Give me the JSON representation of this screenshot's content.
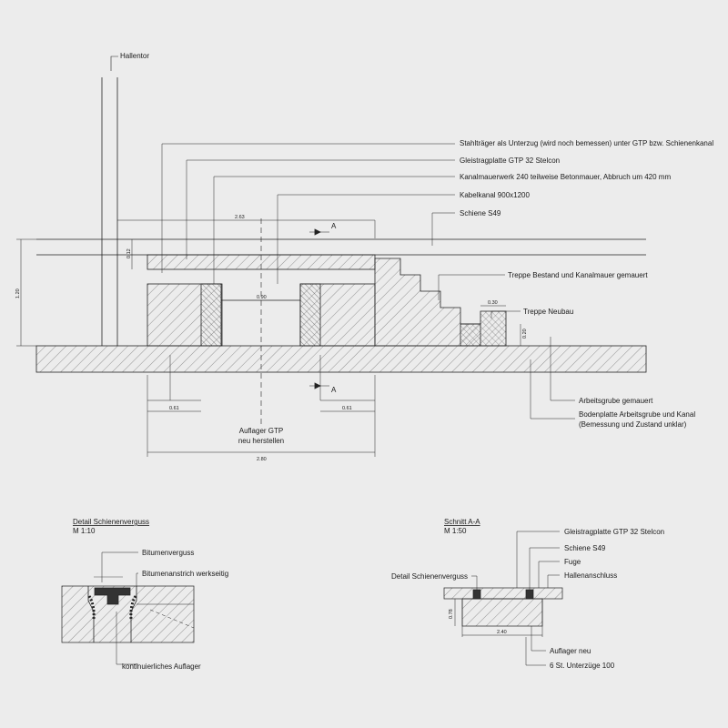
{
  "main": {
    "labels": {
      "hallentor": "Hallentor",
      "stahltraeger": "Stahlträger als Unterzug (wird noch bemessen) unter GTP bzw. Schienenkanal",
      "gleistragplatte": "Gleistragplatte GTP 32 Stelcon",
      "kanalmauerwerk": "Kanalmauerwerk 240 teilweise Betonmauer, Abbruch um 420 mm",
      "kabelkanal": "Kabelkanal 900x1200",
      "schiene": "Schiene S49",
      "treppe_bestand": "Treppe Bestand und Kanalmauer gemauert",
      "treppe_neubau": "Treppe Neubau",
      "arbeitsgrube": "Arbeitsgrube gemauert",
      "bodenplatte_1": "Bodenplatte Arbeitsgrube und Kanal",
      "bodenplatte_2": "(Bemessung und Zustand unklar)",
      "auflager_1": "Auflager GTP",
      "auflager_2": "neu herstellen",
      "section_a_top": "A",
      "section_a_bottom": "A"
    },
    "dims": {
      "d263": "2.63",
      "d012": "0.12",
      "d120": "1.20",
      "d090": "0.90",
      "d030": "0.30",
      "d020": "0.20",
      "d061_left": "0.61",
      "d061_right": "0.61",
      "d280": "2.80"
    }
  },
  "detail": {
    "title": "Detail Schienenverguss",
    "scale": "M 1:10",
    "bitumenverguss": "Bitumenverguss",
    "bitumenanstrich": "Bitumenanstrich werkseitig",
    "auflager": "kontinuierliches Auflager"
  },
  "schnitt": {
    "title": "Schnitt A-A",
    "scale": "M 1:50",
    "gleistragplatte": "Gleistragplatte GTP 32 Stelcon",
    "schiene": "Schiene S49",
    "fuge": "Fuge",
    "hallenanschluss": "Hallenanschluss",
    "detail_ref": "Detail Schienenverguss",
    "auflager": "Auflager neu",
    "unterzuege": "6 St. Unterzüge 100",
    "d078": "0.78",
    "d240": "2.40"
  }
}
